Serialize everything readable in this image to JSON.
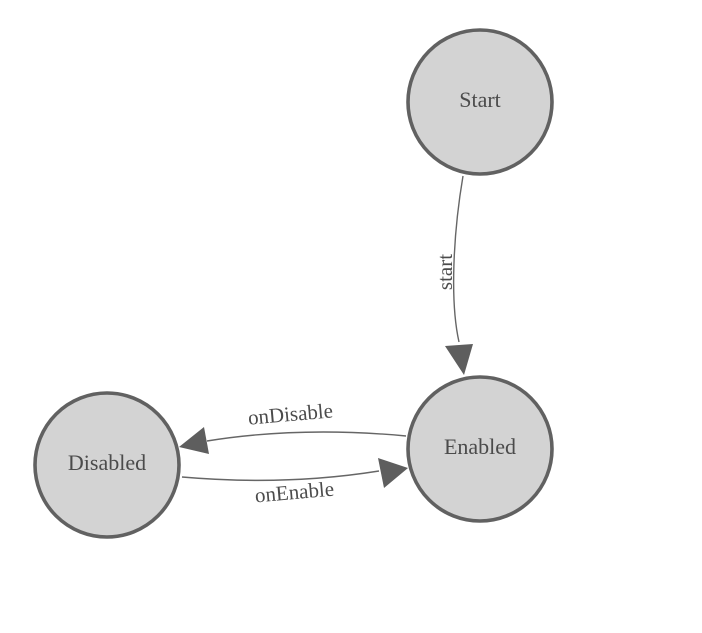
{
  "diagram": {
    "type": "state-machine",
    "style": {
      "background": "#ffffff",
      "node_fill": "#d3d3d3",
      "node_stroke": "#616161",
      "edge_color": "#666666",
      "arrow_color": "#5e5e5e",
      "label_color": "#4b4b4b"
    },
    "nodes": [
      {
        "id": "start",
        "label": "Start"
      },
      {
        "id": "enabled",
        "label": "Enabled"
      },
      {
        "id": "disabled",
        "label": "Disabled"
      }
    ],
    "edges": [
      {
        "id": "start-transition",
        "label": "start",
        "from": "start",
        "to": "enabled"
      },
      {
        "id": "ondisable-transition",
        "label": "onDisable",
        "from": "enabled",
        "to": "disabled"
      },
      {
        "id": "onenable-transition",
        "label": "onEnable",
        "from": "disabled",
        "to": "enabled"
      }
    ]
  }
}
